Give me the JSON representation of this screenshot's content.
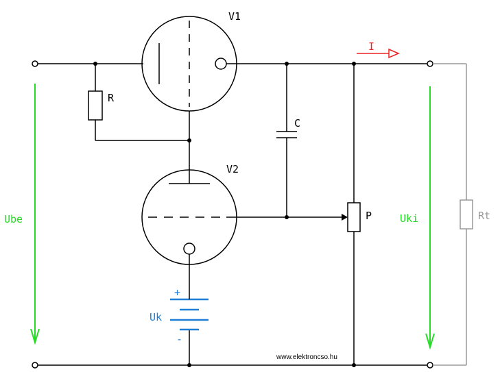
{
  "labels": {
    "v1": "V1",
    "v2": "V2",
    "r": "R",
    "c": "C",
    "p": "P",
    "i": "I",
    "rt": "Rt",
    "ube": "Ube",
    "uki": "Uki",
    "uk": "Uk",
    "plus": "+",
    "minus": "-",
    "website": "www.elektroncso.hu"
  },
  "colors": {
    "wire": "#000000",
    "voltage_arrow": "#22dd22",
    "current_arrow": "#ee2222",
    "battery": "#1e7fd6",
    "load": "#999999"
  }
}
